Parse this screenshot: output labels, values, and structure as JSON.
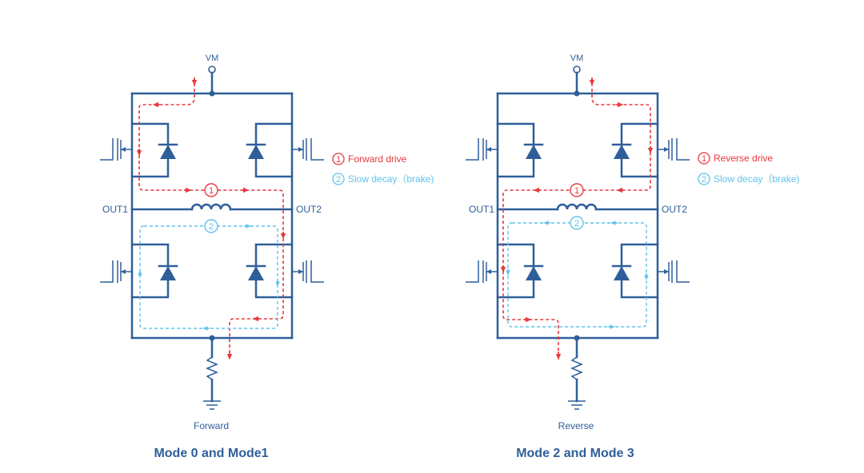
{
  "diagrams": [
    {
      "supply_label": "VM",
      "out1_label": "OUT1",
      "out2_label": "OUT2",
      "direction_label": "Forward",
      "caption": "Mode 0 and Mode1",
      "legend": [
        {
          "num": "1",
          "text": "Forward drive",
          "color": "#e8383d"
        },
        {
          "num": "2",
          "text": "Slow decay（brake)",
          "color": "#5ec3ea"
        }
      ]
    },
    {
      "supply_label": "VM",
      "out1_label": "OUT1",
      "out2_label": "OUT2",
      "direction_label": "Reverse",
      "caption": "Mode 2 and Mode 3",
      "legend": [
        {
          "num": "1",
          "text": "Reverse  drive",
          "color": "#e8383d"
        },
        {
          "num": "2",
          "text": "Slow decay（brake)",
          "color": "#5ec3ea"
        }
      ]
    }
  ],
  "colors": {
    "circuit": "#2f5f9a",
    "drive_path": "#e8383d",
    "decay_path": "#5ec3ea"
  }
}
